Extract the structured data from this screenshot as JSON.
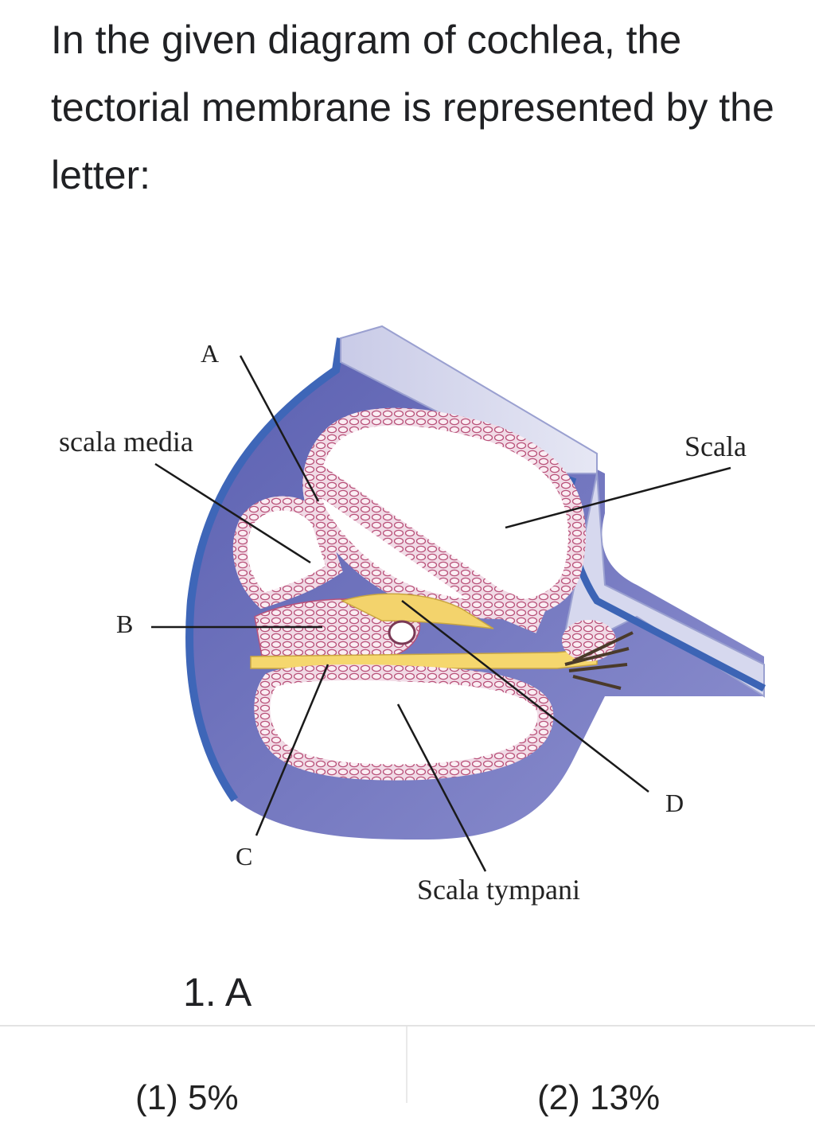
{
  "question": {
    "text": "In the given diagram of cochlea, the tectorial membrane is represented by the letter:"
  },
  "figure": {
    "labels": {
      "a": "A",
      "scala_media": "scala media",
      "scala": "Scala",
      "b": "B",
      "d": "D",
      "c": "C",
      "scala_tympani": "Scala tympani"
    }
  },
  "answer": {
    "option_1": "1.  A"
  },
  "stats": {
    "left": "(1)  5%",
    "right": "(2)  13%"
  }
}
